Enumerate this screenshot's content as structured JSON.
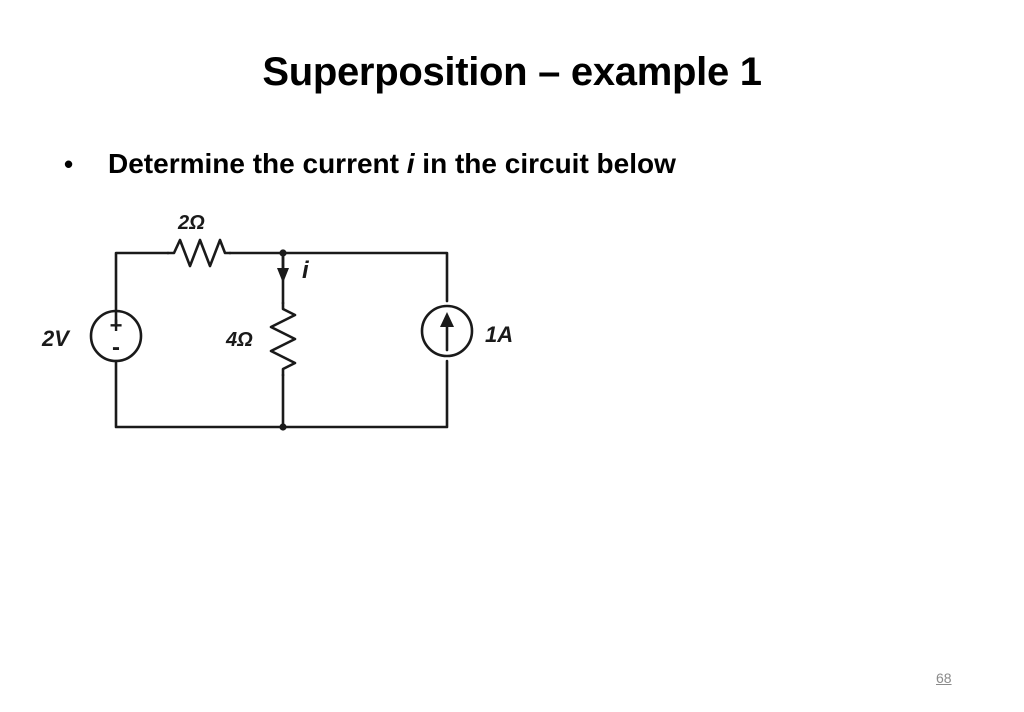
{
  "slide": {
    "title": "Superposition – example 1",
    "bullet": {
      "prefix": "Determine the current ",
      "variable": "i",
      "suffix": " in the circuit below"
    },
    "page_number": "68"
  },
  "circuit": {
    "resistor_series": {
      "label": "2Ω"
    },
    "resistor_shunt": {
      "label": "4Ω"
    },
    "voltage_source": {
      "label": "2V",
      "plus": "+",
      "minus": "-"
    },
    "current_source": {
      "label": "1A",
      "direction": "up"
    },
    "branch_current": {
      "label": "i",
      "direction": "down"
    }
  }
}
